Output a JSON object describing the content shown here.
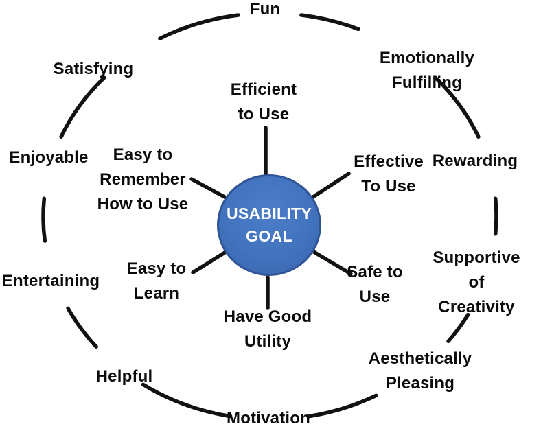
{
  "center": {
    "line1": "USABILITY",
    "line2": "GOAL"
  },
  "inner_labels": [
    {
      "id": "efficient-to-use",
      "text": "Efficient\nto Use"
    },
    {
      "id": "effective-to-use",
      "text": "Effective\nTo Use"
    },
    {
      "id": "safe-to-use",
      "text": "Safe to\nUse"
    },
    {
      "id": "have-good-utility",
      "text": "Have Good\nUtility"
    },
    {
      "id": "easy-to-learn",
      "text": "Easy to\nLearn"
    },
    {
      "id": "easy-to-remember-how-to-use",
      "text": "Easy to\nRemember\nHow to Use"
    }
  ],
  "outer_labels": [
    {
      "id": "fun",
      "text": "Fun"
    },
    {
      "id": "emotionally-fulfilling",
      "text": "Emotionally\nFulfilling"
    },
    {
      "id": "rewarding",
      "text": "Rewarding"
    },
    {
      "id": "supportive-of-creativity",
      "text": "Supportive of\nCreativity"
    },
    {
      "id": "aesthetically-pleasing",
      "text": "Aesthetically\nPleasing"
    },
    {
      "id": "motivation",
      "text": "Motivation"
    },
    {
      "id": "helpful",
      "text": "Helpful"
    },
    {
      "id": "entertaining",
      "text": "Entertaining"
    },
    {
      "id": "enjoyable",
      "text": "Enjoyable"
    },
    {
      "id": "satisfying",
      "text": "Satisfying"
    }
  ],
  "colors": {
    "center-fill": "#4273BE",
    "center-border": "#2F5597",
    "center-text": "#FFFFFF",
    "line": "#121212",
    "label-text": "#0B0B0B",
    "background": "#FFFFFF"
  }
}
